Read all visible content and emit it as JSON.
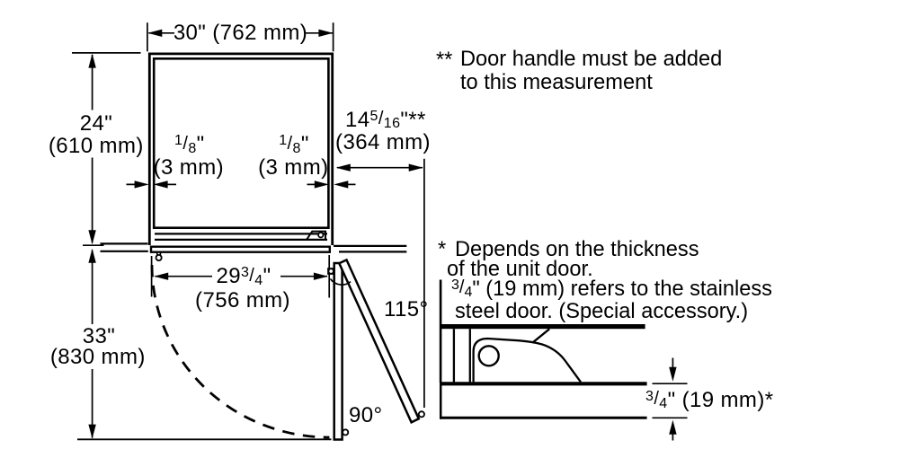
{
  "colors": {
    "ink": "#000000",
    "background": "#ffffff"
  },
  "labels": {
    "width_top": {
      "text": "30\" (762 mm)"
    },
    "height_left": {
      "inch": "24\"",
      "mm": "(610 mm)"
    },
    "gap_left": {
      "num": "1",
      "slash": "/",
      "den": "8",
      "suffix": "\"",
      "mm": "(3 mm)"
    },
    "gap_right": {
      "num": "1",
      "slash": "/",
      "den": "8",
      "suffix": "\"",
      "mm": "(3 mm)"
    },
    "handle_clearance": {
      "whole": "14",
      "num": "5",
      "slash": "/",
      "den": "16",
      "suffix": "\"**",
      "mm": "(364 mm)"
    },
    "door_width": {
      "whole": "29",
      "num": "3",
      "slash": "/",
      "den": "4",
      "suffix": "\"",
      "mm": "(756 mm)"
    },
    "height_bottom_left": {
      "inch": "33\"",
      "mm": "(830 mm)"
    },
    "angle_max": {
      "text": "115°"
    },
    "angle_90": {
      "text": "90°"
    },
    "panel_thickness": {
      "num": "3",
      "slash": "/",
      "den": "4",
      "suffix": "\"",
      "rest": " (19 mm)*"
    }
  },
  "notes": {
    "handle": {
      "marker": "**",
      "line1": "Door handle must be added",
      "line2": "to this measurement"
    },
    "thickness": {
      "marker": "*",
      "line1": "Depends on the thickness",
      "line2": "of the unit door.",
      "line3_num": "3",
      "line3_slash": "/",
      "line3_den": "4",
      "line3_rest": "\" (19 mm) refers to the stainless",
      "line4": "steel door. (Special accessory.)"
    }
  }
}
